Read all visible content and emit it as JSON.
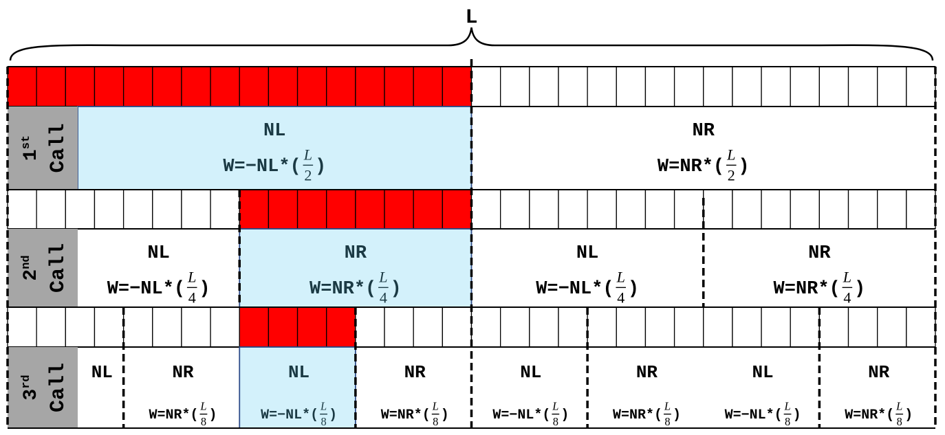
{
  "brace_label": "L",
  "cells_per_row": 32,
  "colors": {
    "filled": "#ff0000",
    "highlight": "#d3f1fb",
    "call_label_bg": "#a6a6a6",
    "line": "#000000",
    "highlight_border": "#2e4d8a"
  },
  "cell_rows": [
    {
      "filled_from": 0,
      "filled_to": 16
    },
    {
      "filled_from": 8,
      "filled_to": 16
    },
    {
      "filled_from": 8,
      "filled_to": 12
    }
  ],
  "calls": [
    {
      "num": "1",
      "sup": "st",
      "word": "Call",
      "segments": [
        {
          "label": "NL",
          "formula": "W=−NL*(",
          "numerator": "L",
          "denominator": "2",
          "highlight": true
        },
        {
          "label": "NR",
          "formula": "W=NR*(",
          "numerator": "L",
          "denominator": "2",
          "highlight": false
        }
      ]
    },
    {
      "num": "2",
      "sup": "nd",
      "word": "Call",
      "segments": [
        {
          "label": "NL",
          "formula": "W=−NL*(",
          "numerator": "L",
          "denominator": "4",
          "highlight": false
        },
        {
          "label": "NR",
          "formula": "W=NR*(",
          "numerator": "L",
          "denominator": "4",
          "highlight": true
        },
        {
          "label": "NL",
          "formula": "W=−NL*(",
          "numerator": "L",
          "denominator": "4",
          "highlight": false
        },
        {
          "label": "NR",
          "formula": "W=NR*(",
          "numerator": "L",
          "denominator": "4",
          "highlight": false
        }
      ]
    },
    {
      "num": "3",
      "sup": "rd",
      "word": "Call",
      "segments": [
        {
          "label": "NL",
          "formula": "",
          "numerator": "",
          "denominator": "",
          "highlight": false
        },
        {
          "label": "NR",
          "formula": "W=NR*(",
          "numerator": "L",
          "denominator": "8",
          "highlight": false
        },
        {
          "label": "NL",
          "formula": "W=−NL*(",
          "numerator": "L",
          "denominator": "8",
          "highlight": true
        },
        {
          "label": "NR",
          "formula": "W=NR*(",
          "numerator": "L",
          "denominator": "8",
          "highlight": false
        },
        {
          "label": "NL",
          "formula": "W=−NL*(",
          "numerator": "L",
          "denominator": "8",
          "highlight": false
        },
        {
          "label": "NR",
          "formula": "W=NR*(",
          "numerator": "L",
          "denominator": "8",
          "highlight": false
        },
        {
          "label": "NL",
          "formula": "W=−NL*(",
          "numerator": "L",
          "denominator": "8",
          "highlight": false
        },
        {
          "label": "NR",
          "formula": "W=NR*(",
          "numerator": "L",
          "denominator": "8",
          "highlight": false
        }
      ]
    }
  ]
}
